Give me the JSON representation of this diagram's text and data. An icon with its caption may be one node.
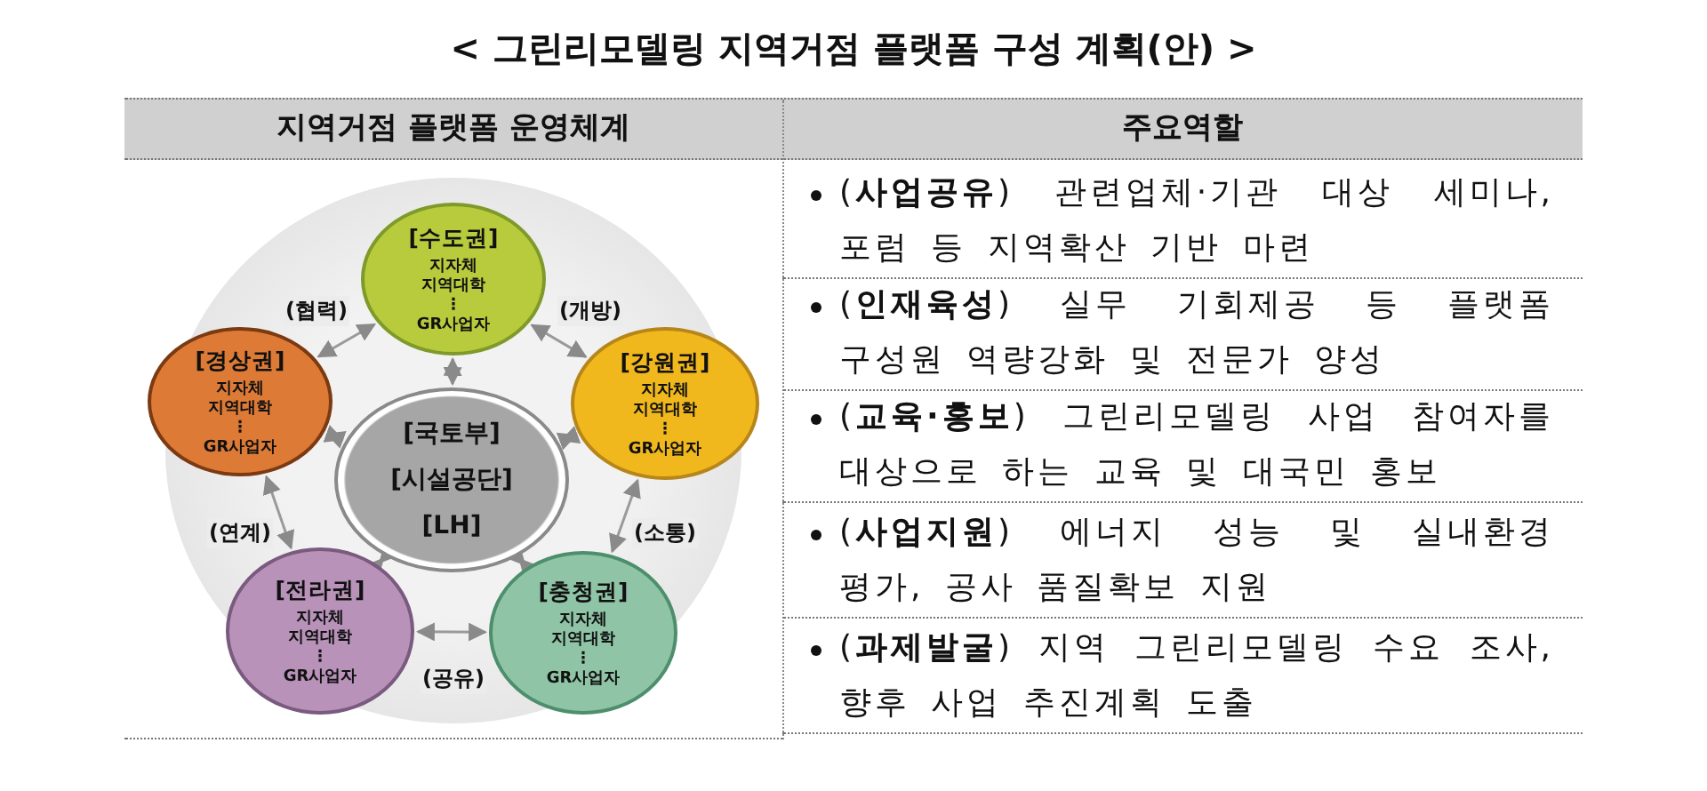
{
  "diagram": {
    "title": "< 그린리모델링 지역거점 플랫폼 구성 계획(안) >",
    "nodes": [
      {
        "text": [
          "[국토부]",
          "[시설공단]",
          "[LH]"
        ]
      },
      {
        "text": [
          "[수도권]",
          "지자체",
          "지역대학",
          "⋮",
          "GR사업자"
        ]
      },
      {
        "text": [
          "[강원권]",
          "지자체",
          "지역대학",
          "⋮",
          "GR사업자"
        ]
      },
      {
        "text": [
          "[충청권]",
          "지자체",
          "지역대학",
          "⋮",
          "GR사업자"
        ]
      },
      {
        "text": [
          "[전라권]",
          "지자체",
          "지역대학",
          "⋮",
          "GR사업자"
        ]
      },
      {
        "text": [
          "[경상권]",
          "지자체",
          "지역대학",
          "⋮",
          "GR사업자"
        ]
      }
    ],
    "edges": [
      {
        "from": 1,
        "to": 2,
        "arrow": "both",
        "label": "(개방)"
      },
      {
        "from": 2,
        "to": 3,
        "arrow": "both",
        "label": "(소통)"
      },
      {
        "from": 4,
        "to": 3,
        "arrow": "both",
        "label": "(공유)"
      },
      {
        "from": 5,
        "to": 4,
        "arrow": "both",
        "label": "(연계)"
      },
      {
        "from": 5,
        "to": 1,
        "arrow": "both",
        "label": "(협력)"
      },
      {
        "from": 1,
        "to": 0,
        "arrow": "both"
      },
      {
        "from": 2,
        "to": 0,
        "arrow": "both"
      },
      {
        "from": 3,
        "to": 0,
        "arrow": "both"
      },
      {
        "from": 4,
        "to": 0,
        "arrow": "both"
      },
      {
        "from": 5,
        "to": 0,
        "arrow": "both"
      }
    ],
    "labels": [
      "지역거점 플랫폼 운영체계",
      "주요역할",
      "(**사업공유**) 관련업체·기관 대상 세미나, 포럼 등 지역확산 기반 마련",
      "(**인재육성**) 실무 기회제공 등 플랫폼 구성원 역량강화 및 전문가 양성",
      "(**교육·홍보**) 그린리모델링 사업 참여자를 대상으로 하는 교육 및 대국민 홍보",
      "(**사업지원**) 에너지 성능 및 실내환경 평가, 공사 품질확보 지원",
      "(**과제발굴**) 지역 그린리모델링 수요 조사, 향후 사업 추진계획 도출"
    ]
  }
}
